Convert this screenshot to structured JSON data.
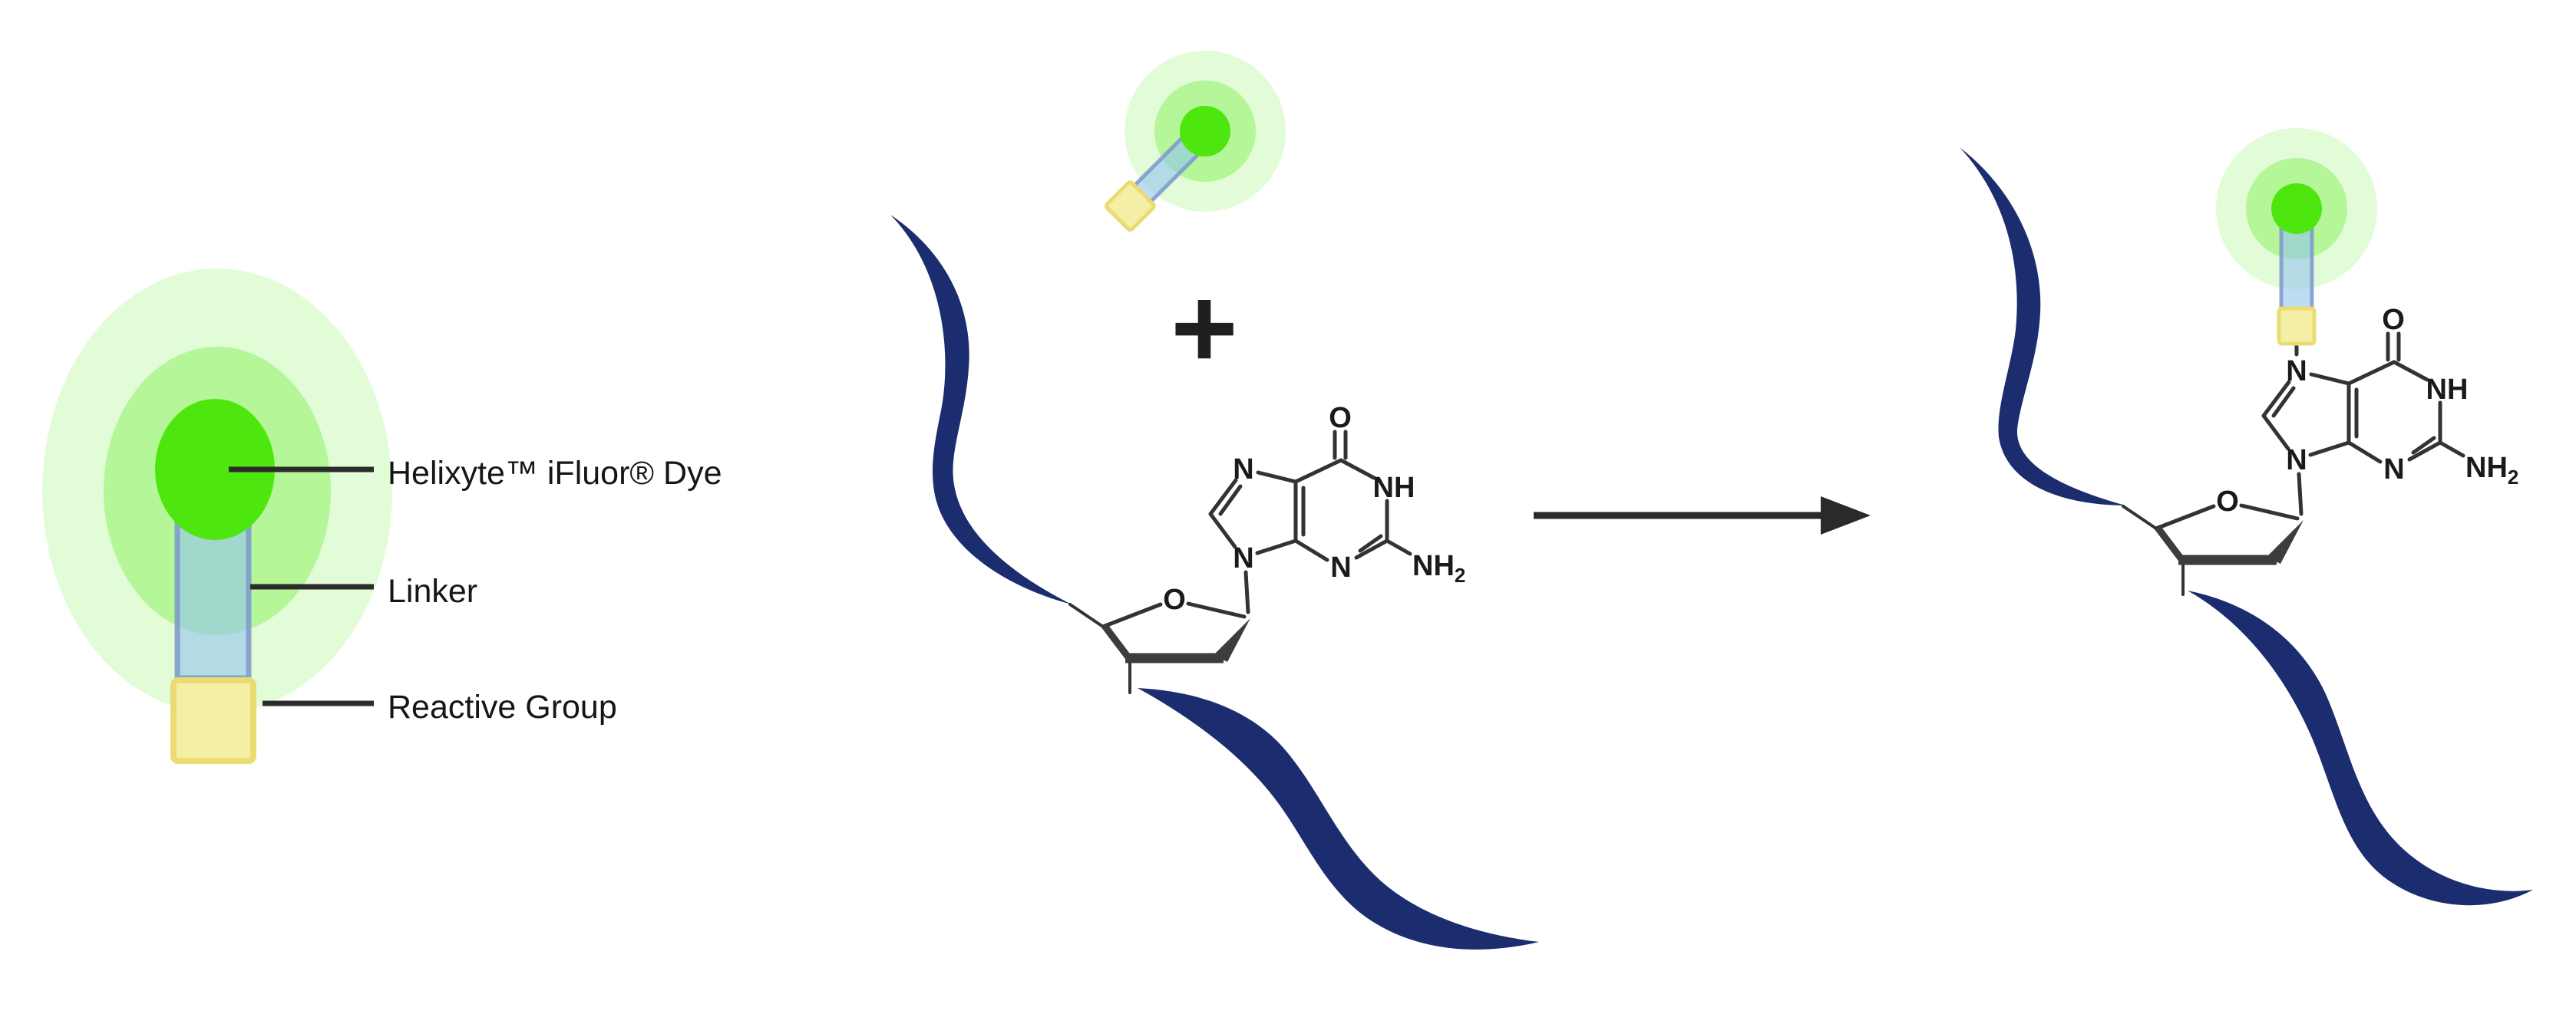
{
  "canvas": {
    "background": "#ffffff"
  },
  "colors": {
    "strand": "#1b2d6e",
    "bond": "#333333",
    "wedge": "#3d3d3d",
    "atom_label": "#1a1a1a",
    "glow_outer": "#e3fcd8",
    "glow_mid": "#b4f698",
    "dye_core": "#4ee60f",
    "linker_fill": "rgba(148,196,238,0.60)",
    "linker_border": "rgba(124,152,205,0.85)",
    "reactive_fill": "#f5efa6",
    "reactive_border": "#eadc72",
    "pointer": "#2b2b2b",
    "arrow": "#2a2a2a",
    "plus": "#1f1f1f"
  },
  "legend": {
    "items": [
      {
        "label": "Helixyte™ iFluor® Dye"
      },
      {
        "label": "Linker"
      },
      {
        "label": "Reactive Group"
      }
    ]
  },
  "reaction": {
    "plus_sign": "+"
  },
  "molecule": {
    "atoms": {
      "n7": "N",
      "n9": "N",
      "n3": "N",
      "carbonyl_o": "O",
      "imide_nh": "NH",
      "amine_nh": "NH",
      "amine_sub": "2",
      "sugar_o": "O"
    }
  }
}
